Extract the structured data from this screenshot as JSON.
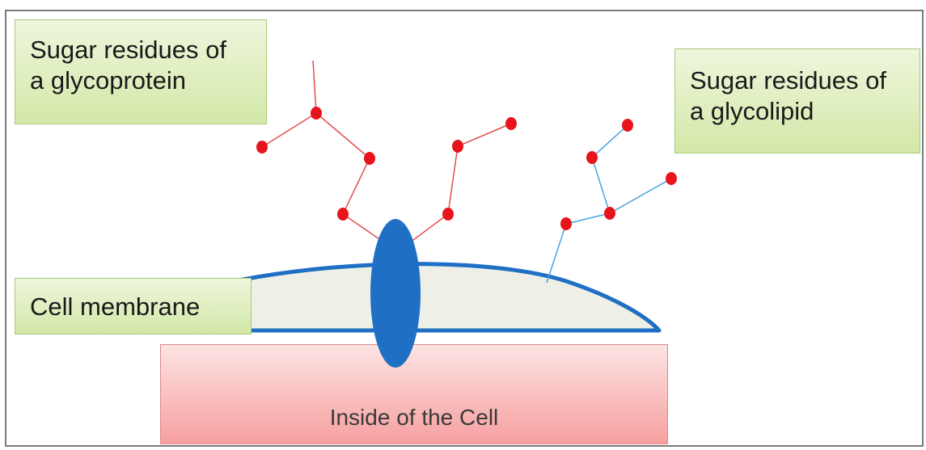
{
  "labels": {
    "glycoprotein": {
      "line1": "Sugar residues of",
      "line2": "a glycoprotein"
    },
    "glycolipid": {
      "line1": "Sugar residues of",
      "line2": "a glycolipid"
    },
    "membrane": "Cell membrane",
    "inside": "Inside of the Cell"
  },
  "colors": {
    "label_box_fill": "#d3e8a8",
    "inside_fill": "#f6a0a0",
    "membrane_outline": "#1f6fc4",
    "membrane_fill": "#eef0e8",
    "protein": "#1f6fc4",
    "sugar_residue": "#e8141c",
    "glycoprotein_chain": "#e05050",
    "glycolipid_chain": "#4aa3dd"
  }
}
